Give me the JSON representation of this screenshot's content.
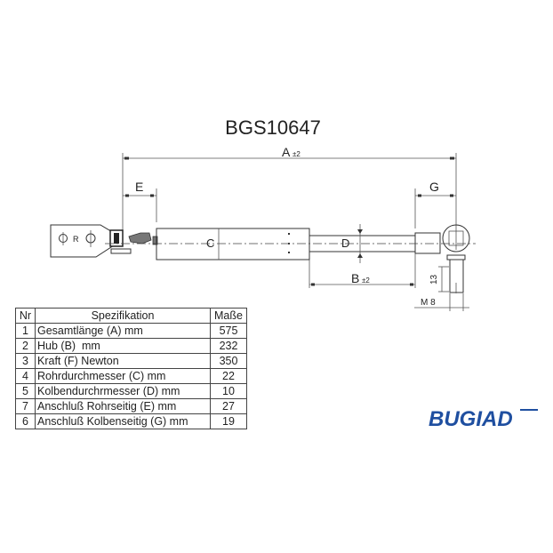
{
  "title": "BGS10647",
  "dimensions": {
    "A": "A",
    "A_tol": "±2",
    "B": "B",
    "B_tol": "±2",
    "E": "E",
    "G": "G",
    "D": "D",
    "C": "C",
    "thread": "M 8",
    "thread_len": "13",
    "R": "R"
  },
  "table": {
    "headers": [
      "Nr",
      "Spezifikation",
      "Maße"
    ],
    "rows": [
      {
        "nr": "1",
        "spec": "Gesamtlänge (A) mm",
        "value": "575"
      },
      {
        "nr": "2",
        "spec": "Hub (B)  mm",
        "value": "232"
      },
      {
        "nr": "3",
        "spec": "Kraft (F) Newton",
        "value": "350"
      },
      {
        "nr": "4",
        "spec": "Rohrdurchmesser (C) mm",
        "value": "22"
      },
      {
        "nr": "5",
        "spec": "Kolbendurchrmesser (D) mm",
        "value": "10"
      },
      {
        "nr": "7",
        "spec": "Anschluß Rohrseitig (E) mm",
        "value": "27"
      },
      {
        "nr": "6",
        "spec": "Anschluß Kolbenseitig (G) mm",
        "value": "19"
      }
    ]
  },
  "logo": {
    "text": "BUGIAD",
    "color": "#1f4fa0"
  }
}
